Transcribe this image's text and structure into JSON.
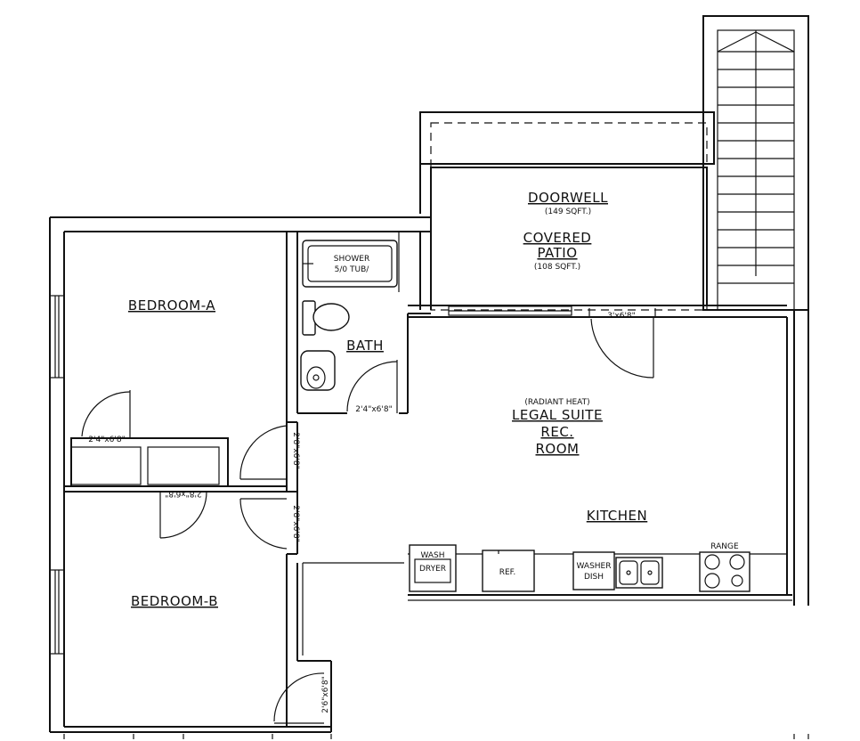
{
  "rooms": {
    "doorwell": "DOORWELL",
    "doorwell_area": "(149 SQFT.)",
    "covered_patio_line1": "COVERED",
    "covered_patio_line2": "PATIO",
    "covered_patio_area": "(108 SQFT.)",
    "bedroom_a": "BEDROOM-A",
    "bedroom_b": "BEDROOM-B",
    "bath": "BATH",
    "radiant_heat": "(RADIANT HEAT)",
    "legal_suite": "LEGAL SUITE",
    "rec": "REC.",
    "room": "ROOM",
    "kitchen": "KITCHEN"
  },
  "fixtures": {
    "shower_line1": "SHOWER",
    "shower_line2": "5/0 TUB/",
    "wash": "WASH",
    "dryer": "DRYER",
    "ref": "REF.",
    "washer": "WASHER",
    "dish": "DISH",
    "range": "RANGE"
  },
  "doors": {
    "patio": "3'x6'8\"",
    "bath": "2'4\"x6'8\"",
    "bedroom_a_closet": "2'4\"x6'8\"",
    "bedroom_a": "2'8\"x6'8\"",
    "bedroom_b": "2'8\"x6'8\"",
    "bedroom_b_closet": "2'8\"x6'8\"",
    "bedroom_b_exit": "2'6\"x6'8\""
  }
}
